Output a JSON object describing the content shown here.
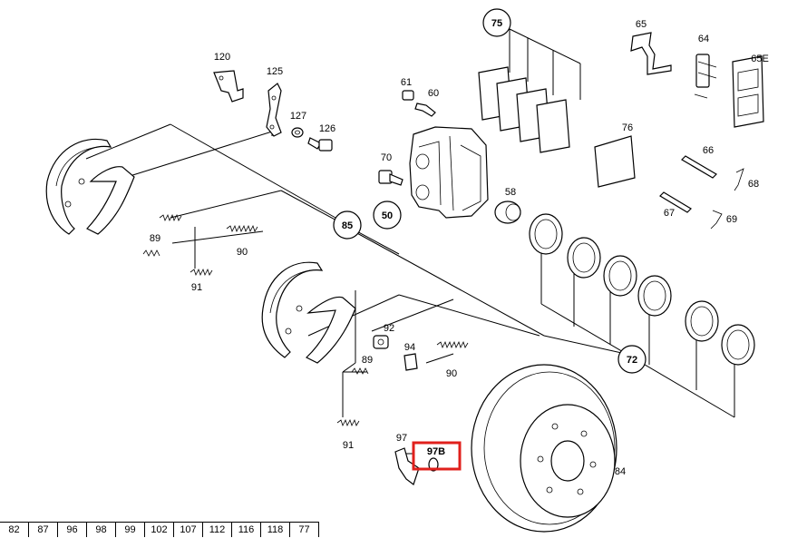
{
  "labels": {
    "l120": "120",
    "l125": "125",
    "l127": "127",
    "l126": "126",
    "l61": "61",
    "l60": "60",
    "l70": "70",
    "l50": "50",
    "l58": "58",
    "l75": "75",
    "l65": "65",
    "l64": "64",
    "l65E": "65E",
    "l76": "76",
    "l66": "66",
    "l68": "68",
    "l67": "67",
    "l69": "69",
    "l85": "85",
    "l89a": "89",
    "l90a": "90",
    "l91a": "91",
    "l92": "92",
    "l94": "94",
    "l89b": "89",
    "l90b": "90",
    "l91b": "91",
    "l72": "72",
    "l97": "97",
    "l97B": "97B",
    "l84": "84"
  },
  "highlight": {
    "target": "97B",
    "color": "#e0201c"
  },
  "page_links": [
    "82",
    "87",
    "96",
    "98",
    "99",
    "102",
    "107",
    "112",
    "116",
    "118",
    "77"
  ]
}
